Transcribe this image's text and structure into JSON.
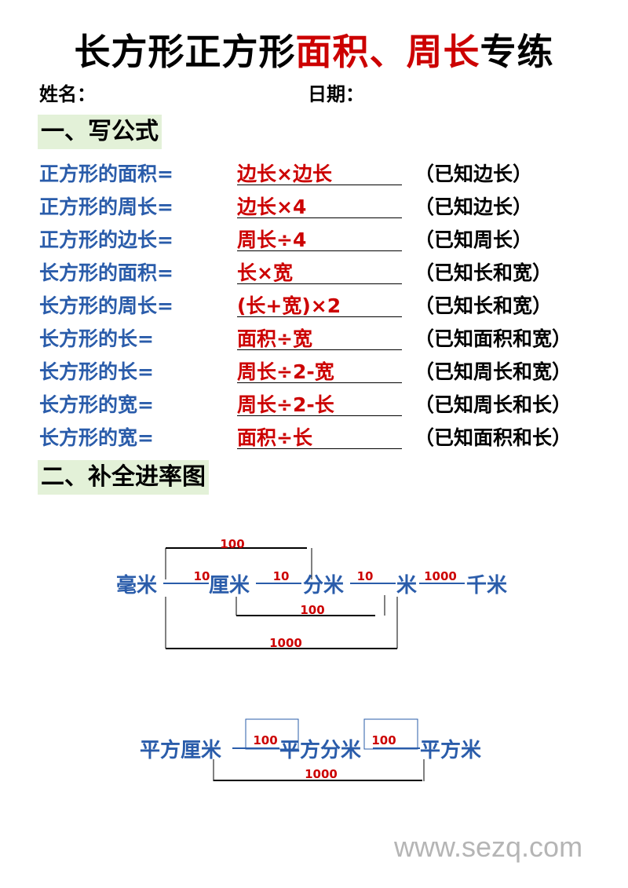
{
  "title": {
    "part1": "长方形正方形",
    "part2": "面积、周长",
    "part3": "专练"
  },
  "header": {
    "name_label": "姓名：",
    "date_label": "日期："
  },
  "section1": {
    "title": "一、写公式"
  },
  "formulas": [
    {
      "q": "正方形的面积=",
      "a": "边长×边长",
      "n": "（已知边长）"
    },
    {
      "q": "正方形的周长=",
      "a": "边长×4",
      "n": "（已知边长）"
    },
    {
      "q": "正方形的边长=",
      "a": "周长÷4",
      "n": "（已知周长）"
    },
    {
      "q": "长方形的面积=",
      "a": "长×宽",
      "n": "（已知长和宽）"
    },
    {
      "q": "长方形的周长=",
      "a": "(长+宽)×2",
      "n": "（已知长和宽）"
    },
    {
      "q": "长方形的长=",
      "a": "面积÷宽",
      "n": "（已知面积和宽）"
    },
    {
      "q": "长方形的长=",
      "a": "周长÷2-宽",
      "n": "（已知周长和宽）"
    },
    {
      "q": "长方形的宽=",
      "a": "周长÷2-长",
      "n": "（已知周长和长）"
    },
    {
      "q": "长方形的宽=",
      "a": "面积÷长",
      "n": "（已知面积和长）"
    }
  ],
  "section2": {
    "title": "二、补全进率图"
  },
  "length_chart": {
    "units": [
      "毫米",
      "厘米",
      "分米",
      "米",
      "千米"
    ],
    "adjacent_rates": [
      "10",
      "10",
      "10",
      "1000"
    ],
    "span_top": "100",
    "span_mid": "100",
    "span_bottom": "1000"
  },
  "area_chart": {
    "units": [
      "平方厘米",
      "平方分米",
      "平方米"
    ],
    "adjacent_rates": [
      "100",
      "100"
    ],
    "span_bottom": "1000"
  },
  "watermark": "www.sezq.com",
  "colors": {
    "question": "#2a5caa",
    "answer": "#cc0000",
    "section_bg": "#e3f1d8"
  }
}
